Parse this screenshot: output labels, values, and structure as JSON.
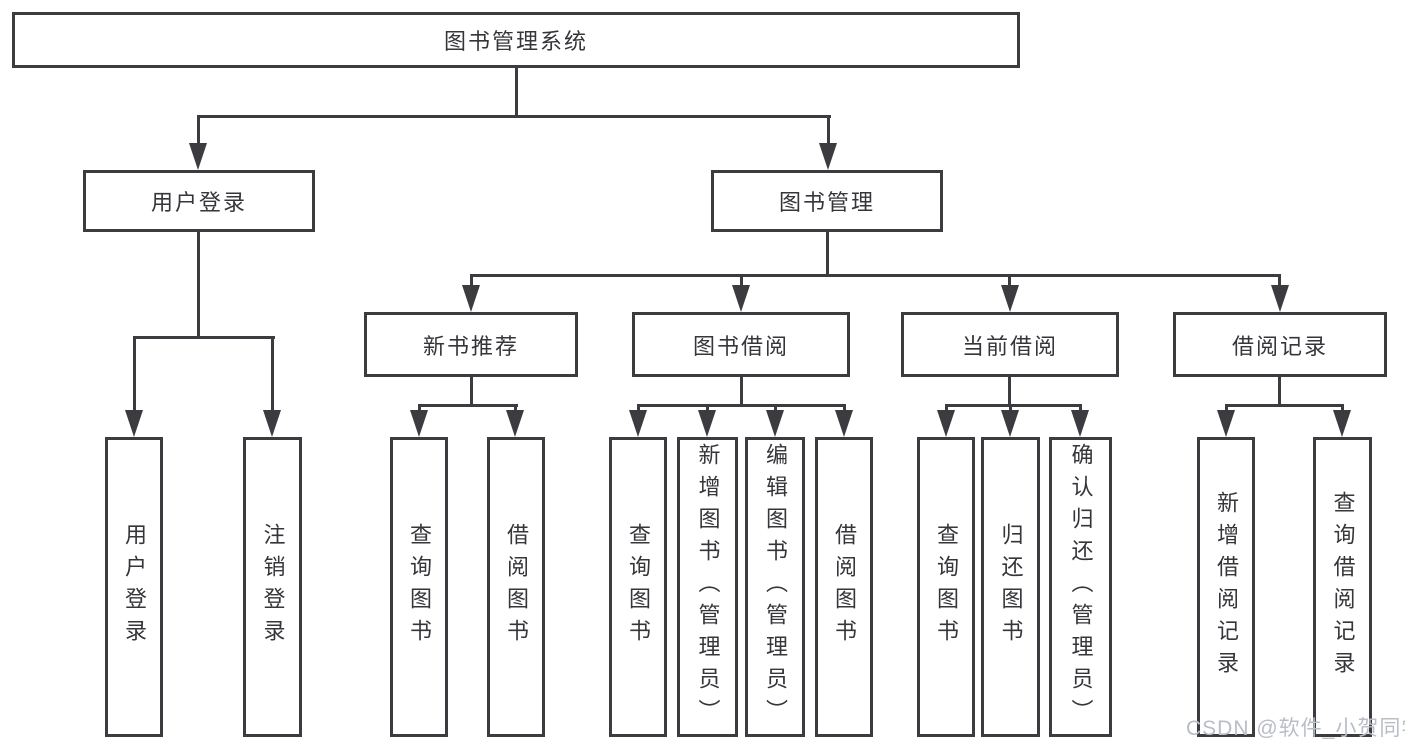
{
  "diagram": {
    "title": "图书管理系统",
    "root": {
      "label": "图书管理系统"
    },
    "level2": [
      {
        "label": "用户登录"
      },
      {
        "label": "图书管理"
      }
    ],
    "level3": [
      {
        "label": "新书推荐"
      },
      {
        "label": "图书借阅"
      },
      {
        "label": "当前借阅"
      },
      {
        "label": "借阅记录"
      }
    ],
    "leaves": {
      "user_login": [
        "用户登录",
        "注销登录"
      ],
      "new_book": [
        "查询图书",
        "借阅图书"
      ],
      "book_borrow": [
        "查询图书",
        "新增图书（管理员）",
        "编辑图书（管理员）",
        "借阅图书"
      ],
      "current_borrow": [
        "查询图书",
        "归还图书",
        "确认归还（管理员）"
      ],
      "borrow_record": [
        "新增借阅记录",
        "查询借阅记录"
      ]
    }
  },
  "watermark": {
    "text": "CSDN @软件_小贺同学"
  },
  "colors": {
    "line": "#3c3c40",
    "text": "#36363a",
    "watermark": "#b9bdc6",
    "background": "#ffffff"
  }
}
